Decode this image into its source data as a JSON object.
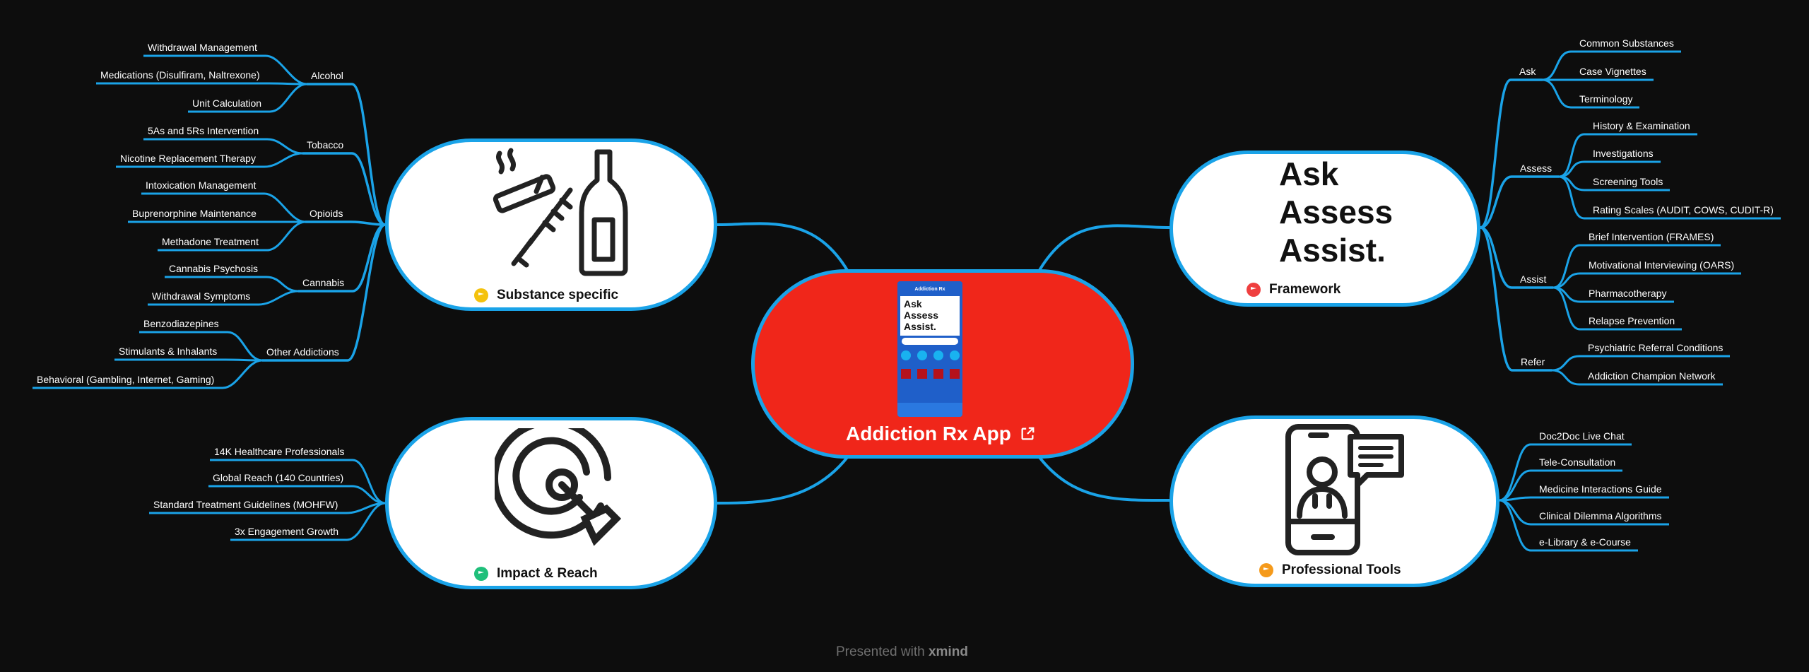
{
  "center": {
    "title": "Addiction Rx App",
    "icon": "external-link-icon",
    "phone": {
      "header": "Addiction Rx",
      "hero_lines": [
        "Ask",
        "Assess",
        "Assist."
      ]
    }
  },
  "colors": {
    "background": "#0d0d0d",
    "connector": "#1aa3e8",
    "center_fill": "#f0261a",
    "node_fill": "#ffffff",
    "flag_yellow": "#f4c20d",
    "flag_red": "#ef3f3f",
    "flag_green": "#1fbf7a",
    "flag_orange": "#f59a1b"
  },
  "branches": {
    "substance": {
      "title": "Substance specific",
      "flag_color": "#f4c20d",
      "icon": "cigarette-syringe-bottle-icon",
      "groups": [
        {
          "label": "Alcohol",
          "items": [
            "Withdrawal Management",
            "Medications (Disulfiram, Naltrexone)",
            "Unit Calculation"
          ]
        },
        {
          "label": "Tobacco",
          "items": [
            "5As and 5Rs Intervention",
            "Nicotine Replacement Therapy"
          ]
        },
        {
          "label": "Opioids",
          "items": [
            "Intoxication Management",
            "Buprenorphine Maintenance",
            "Methadone Treatment"
          ]
        },
        {
          "label": "Cannabis",
          "items": [
            "Cannabis Psychosis",
            "Withdrawal Symptoms"
          ]
        },
        {
          "label": "Other Addictions",
          "items": [
            "Benzodiazepines",
            "Stimulants & Inhalants",
            "Behavioral (Gambling, Internet, Gaming)"
          ]
        }
      ]
    },
    "framework": {
      "title": "Framework",
      "flag_color": "#ef3f3f",
      "hero_lines": [
        "Ask",
        "Assess",
        "Assist."
      ],
      "groups": [
        {
          "label": "Ask",
          "items": [
            "Common Substances",
            "Case Vignettes",
            "Terminology"
          ]
        },
        {
          "label": "Assess",
          "items": [
            "History & Examination",
            "Investigations",
            "Screening Tools",
            "Rating Scales (AUDIT, COWS, CUDIT-R)"
          ]
        },
        {
          "label": "Assist",
          "items": [
            "Brief Intervention (FRAMES)",
            "Motivational Interviewing (OARS)",
            "Pharmacotherapy",
            "Relapse Prevention"
          ]
        },
        {
          "label": "Refer",
          "items": [
            "Psychiatric Referral Conditions",
            "Addiction Champion Network"
          ]
        }
      ]
    },
    "impact": {
      "title": "Impact & Reach",
      "flag_color": "#1fbf7a",
      "icon": "target-icon",
      "items": [
        "14K Healthcare Professionals",
        "Global Reach (140 Countries)",
        "Standard Treatment Guidelines (MOHFW)",
        "3x Engagement Growth"
      ]
    },
    "tools": {
      "title": "Professional Tools",
      "flag_color": "#f59a1b",
      "icon": "doctor-phone-chat-icon",
      "items": [
        "Doc2Doc Live Chat",
        "Tele-Consultation",
        "Medicine Interactions Guide",
        "Clinical Dilemma Algorithms",
        "e-Library & e-Course"
      ]
    }
  },
  "footer": {
    "prefix": "Presented with",
    "brand": "xmind"
  }
}
